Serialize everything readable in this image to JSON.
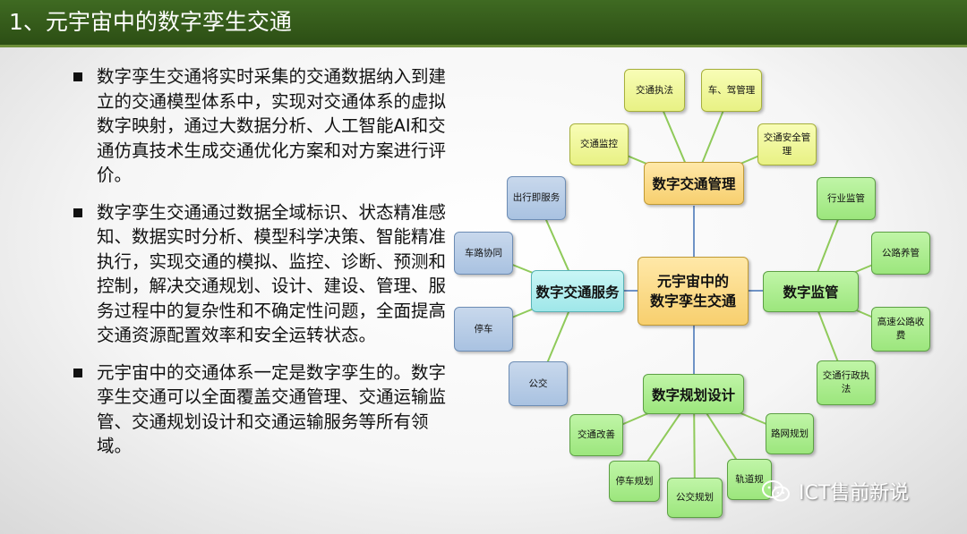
{
  "header": {
    "title": "1、元宇宙中的数字孪生交通"
  },
  "bullets": [
    "数字孪生交通将实时采集的交通数据纳入到建立的交通模型体系中，实现对交通体系的虚拟数字映射，通过大数据分析、人工智能AI和交通仿真技术生成交通优化方案和对方案进行评价。",
    "数字孪生交通通过数据全域标识、状态精准感知、数据实时分析、模型科学决策、智能精准执行，实现交通的模拟、监控、诊断、预测和控制，解决交通规划、设计、建设、管理、服务过程中的复杂性和不确定性问题，全面提高交通资源配置效率和安全运转状态。",
    "元宇宙中的交通体系一定是数字孪生的。数字孪生交通可以全面覆盖交通管理、交通运输监管、交通规划设计和交通运输服务等所有领域。"
  ],
  "diagram": {
    "center": {
      "line1": "元宇宙中的",
      "line2": "数字孪生交通"
    },
    "branches": {
      "management": {
        "label": "数字交通管理",
        "color": "#f7cf6e",
        "leaves": [
          "交通执法",
          "车、驾管理",
          "交通监控",
          "交通安全管理"
        ]
      },
      "supervision": {
        "label": "数字监管",
        "color": "#9ce67d",
        "leaves": [
          "行业监管",
          "公路养管",
          "高速公路收费",
          "交通行政执法"
        ]
      },
      "planning": {
        "label": "数字规划设计",
        "color": "#9ce67d",
        "leaves": [
          "交通改善",
          "路网规划",
          "停车规划",
          "公交规划",
          "轨道规"
        ]
      },
      "service": {
        "label": "数字交通服务",
        "color": "#9fe7e9",
        "leaves": [
          "出行即服务",
          "车路协同",
          "停车",
          "公交"
        ]
      }
    }
  },
  "watermark": {
    "text": "ICT售前新说",
    "icon": "wechat-icon"
  }
}
